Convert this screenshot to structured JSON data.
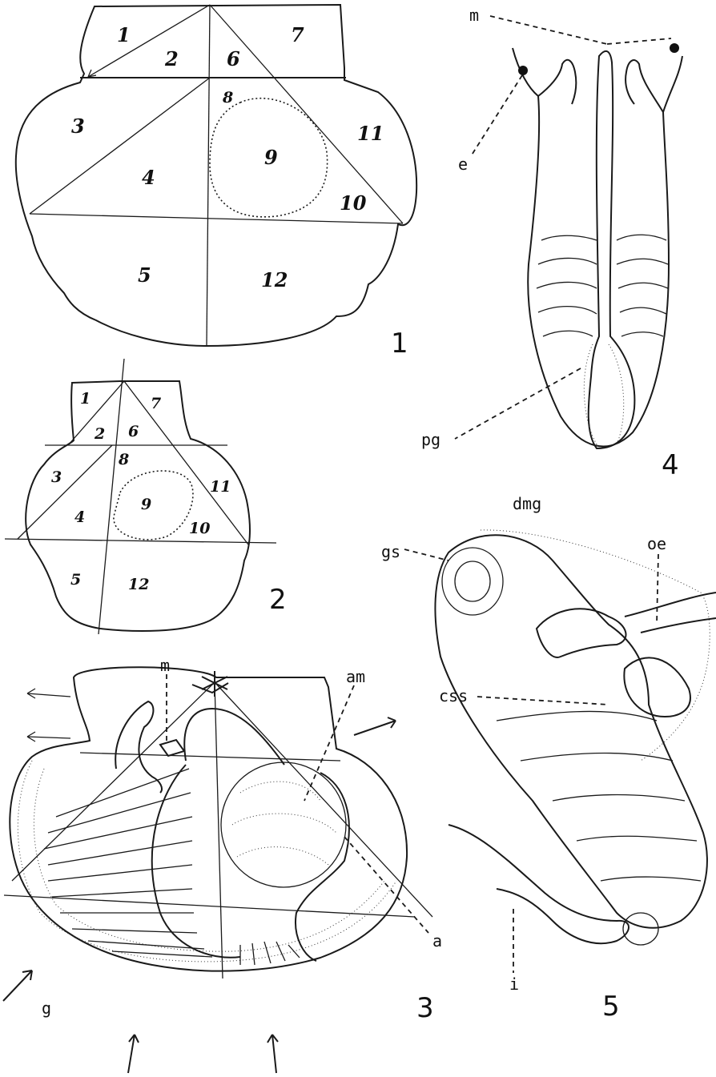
{
  "figures": [
    {
      "id": "fig1",
      "number": "1",
      "regions": [
        "1",
        "2",
        "3",
        "4",
        "5",
        "6",
        "7",
        "8",
        "9",
        "10",
        "11",
        "12"
      ]
    },
    {
      "id": "fig2",
      "number": "2",
      "regions": [
        "1",
        "2",
        "3",
        "4",
        "5",
        "6",
        "7",
        "8",
        "9",
        "10",
        "11",
        "12"
      ]
    },
    {
      "id": "fig3",
      "number": "3",
      "labels": [
        "m",
        "am",
        "a",
        "g"
      ]
    },
    {
      "id": "fig4",
      "number": "4",
      "labels": [
        "m",
        "e",
        "pg"
      ]
    },
    {
      "id": "fig5",
      "number": "5",
      "labels": [
        "dmg",
        "gs",
        "oe",
        "css",
        "i"
      ]
    }
  ]
}
